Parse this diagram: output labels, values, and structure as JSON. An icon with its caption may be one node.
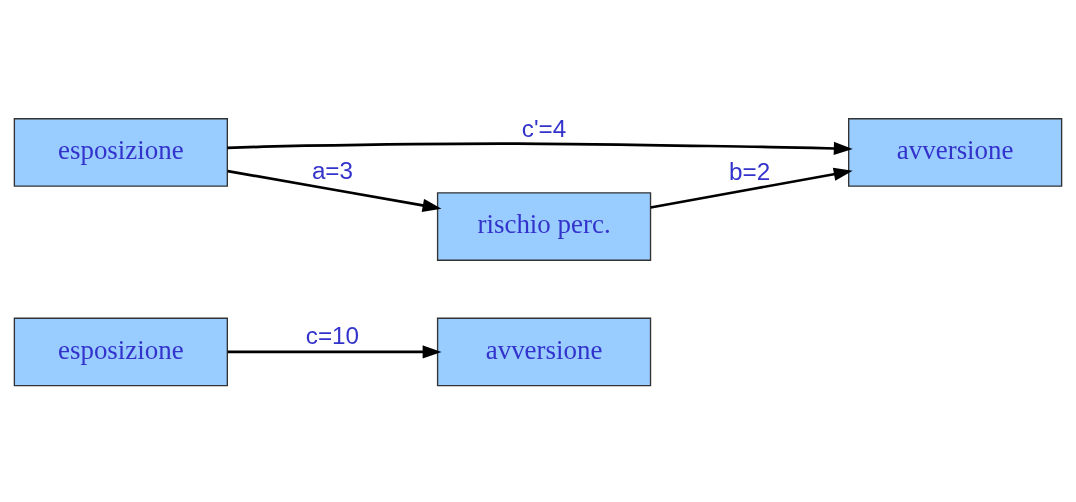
{
  "diagram": {
    "nodes": [
      {
        "text": [
          "esposizione"
        ]
      },
      {
        "text": [
          "avversione"
        ]
      },
      {
        "text": [
          "esposizione"
        ]
      },
      {
        "text": [
          "avversione"
        ]
      },
      {
        "text": [
          "rischio perc."
        ]
      }
    ],
    "edges": [
      {
        "from": 0,
        "to": 1,
        "arrow": "to",
        "label": "c=10"
      },
      {
        "from": 2,
        "to": 3,
        "arrow": "to",
        "label": "c'=4"
      },
      {
        "from": 2,
        "to": 4,
        "arrow": "to",
        "label": "a=3"
      },
      {
        "from": 4,
        "to": 3,
        "arrow": "to",
        "label": "b=2"
      }
    ]
  }
}
